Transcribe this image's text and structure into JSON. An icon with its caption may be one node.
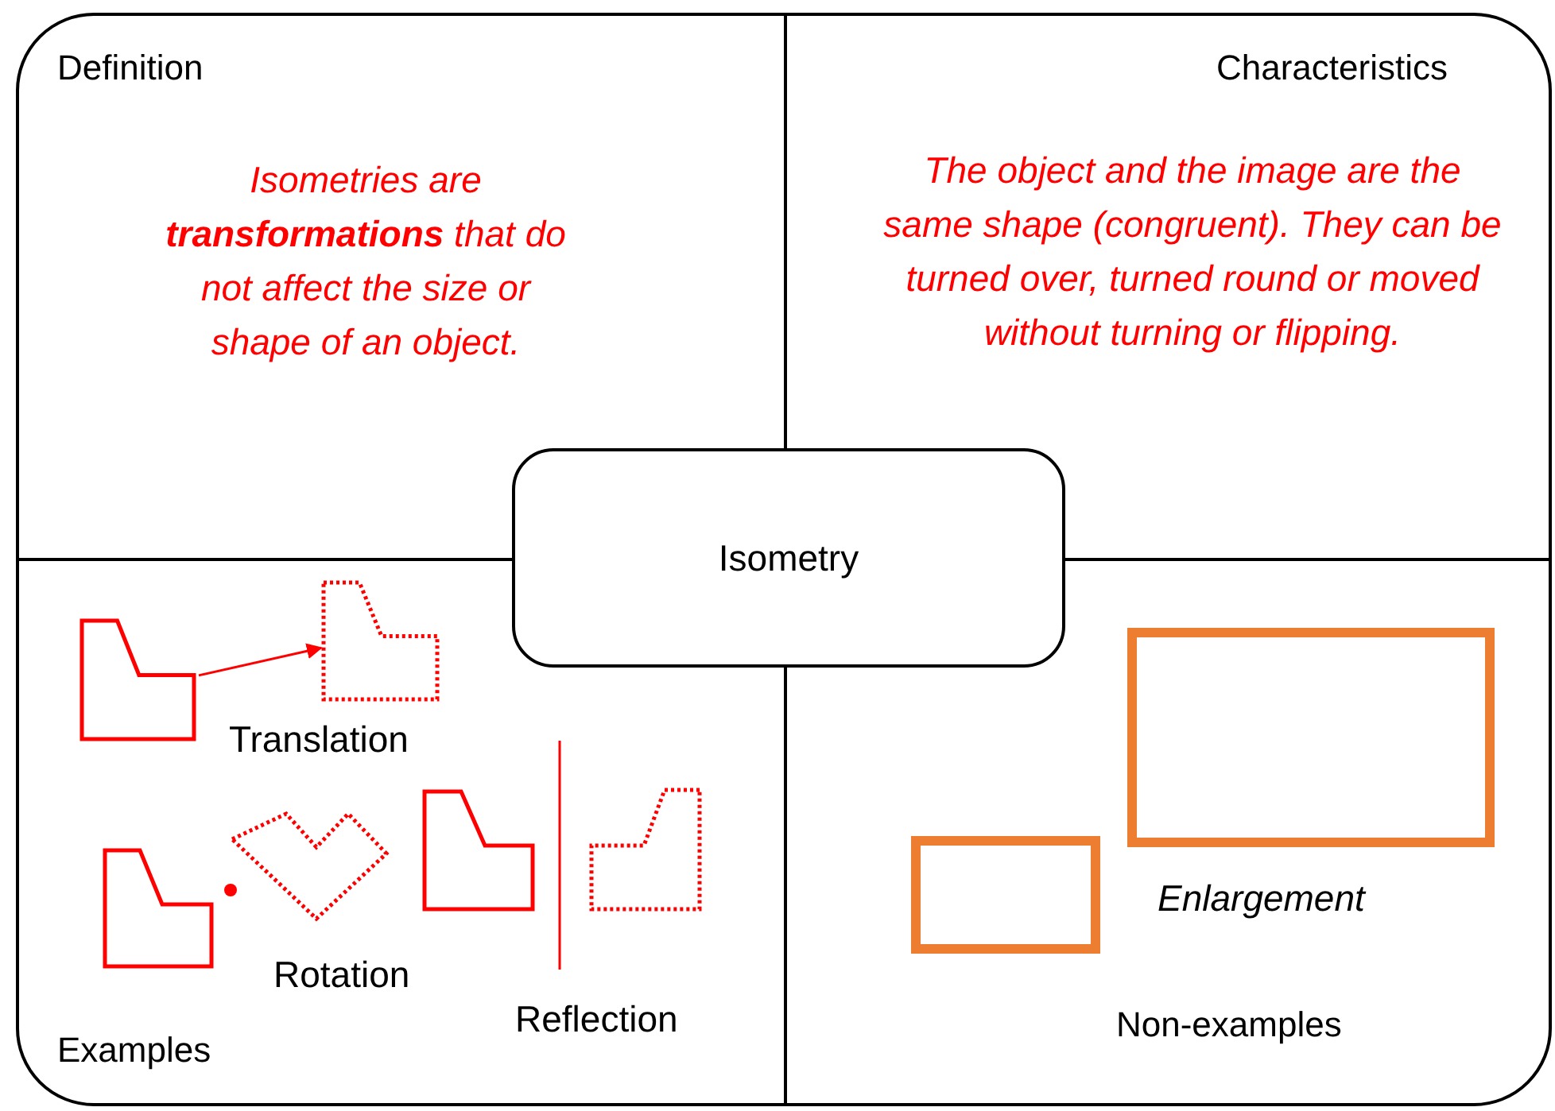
{
  "diagram": {
    "nodes": [
      {
        "text": [
          "Definition",
          "Isometries are **transformations** that do not affect the size or shape of an object."
        ]
      },
      {
        "text": [
          "Characteristics",
          "The object and the image are the same shape (congruent). They can be turned over, turned round or moved without turning or flipping."
        ]
      },
      {
        "text": [
          "Isometry"
        ]
      },
      {
        "text": [
          "Examples"
        ]
      },
      {
        "text": [
          "Non-examples"
        ]
      },
      {
        "text": [],
        "shape": "picture",
        "in": 3
      },
      {
        "text": [],
        "shape": "picture",
        "in": 3
      }
    ],
    "edges": [
      {
        "from": 5,
        "to": 6,
        "arrow": "to",
        "color": "#ff0000"
      }
    ],
    "labels": [
      "Translation",
      "Rotation",
      "Reflection",
      "Enlargement"
    ]
  }
}
